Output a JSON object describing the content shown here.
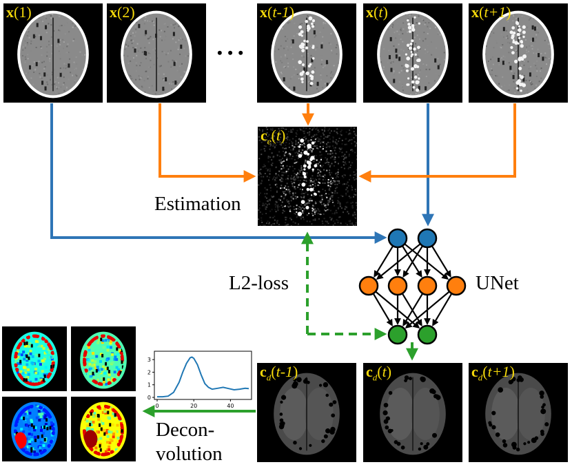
{
  "panels_x": [
    {
      "bold": "x",
      "open": "(",
      "idx": "1",
      "close": ")"
    },
    {
      "bold": "x",
      "open": "(",
      "idx": "2",
      "close": ")"
    },
    {
      "bold": "x",
      "open": "(",
      "idx": "t-1",
      "close": ")"
    },
    {
      "bold": "x",
      "open": "(",
      "idx": "t",
      "close": ")"
    },
    {
      "bold": "x",
      "open": "(",
      "idx": "t+1",
      "close": ")"
    }
  ],
  "ellipsis": "• • •",
  "estimate_panel": {
    "bold": "c",
    "sub": "e",
    "open": "(",
    "idx": "t",
    "close": ")"
  },
  "output_panels": [
    {
      "bold": "c",
      "sub": "d",
      "open": "(",
      "idx": "t-1",
      "close": ")"
    },
    {
      "bold": "c",
      "sub": "d",
      "open": "(",
      "idx": "t",
      "close": ")"
    },
    {
      "bold": "c",
      "sub": "d",
      "open": "(",
      "idx": "t+1",
      "close": ")"
    }
  ],
  "labels": {
    "estimation": "Estimation",
    "l2loss": "L2-loss",
    "unet": "UNet",
    "decon1": "Decon-",
    "decon2": "volution"
  },
  "colors": {
    "blue": "#2e75b6",
    "orange": "#ff7f0e",
    "green": "#2ca02c",
    "label_yellow": "#f5d90a",
    "node_blue": "#1f77b4",
    "node_orange": "#ff7f0e",
    "node_green": "#2ca02c"
  },
  "chart_data": {
    "type": "line",
    "x_ticks": [
      "0",
      "20",
      "40"
    ],
    "y_ticks": [
      "0",
      "1",
      "2",
      "3"
    ],
    "xlim": [
      0,
      50
    ],
    "ylim": [
      0,
      3.5
    ],
    "series": [
      {
        "x": [
          0,
          3,
          6,
          9,
          12,
          14,
          16,
          18,
          19,
          20,
          22,
          24,
          26,
          28,
          30,
          33,
          36,
          39,
          42,
          45,
          48,
          50
        ],
        "y": [
          0.05,
          0.05,
          0.1,
          0.4,
          1.2,
          2.0,
          2.7,
          3.15,
          3.2,
          3.1,
          2.6,
          1.8,
          1.1,
          0.8,
          0.65,
          0.72,
          0.8,
          0.7,
          0.6,
          0.65,
          0.72,
          0.7
        ]
      }
    ],
    "grid": false
  }
}
